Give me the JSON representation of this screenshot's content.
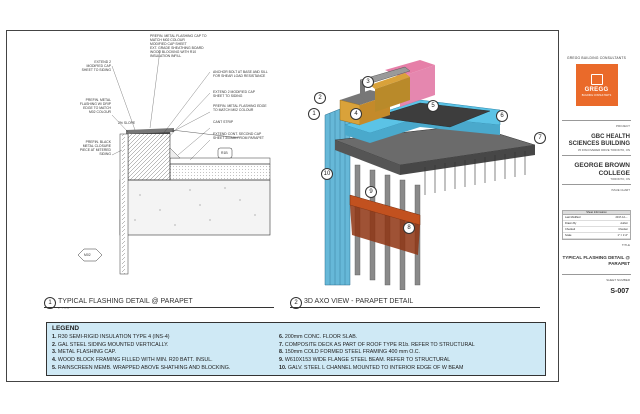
{
  "firm": {
    "header": "GREGG BUILDING CONSULTANTS",
    "logo_name": "GREGG",
    "logo_sub": "BUILDING CONSULTANTS"
  },
  "title_block": {
    "project_label": "PROJECT",
    "project_name": "GBC HEALTH SCIENCES BUILDING",
    "project_address": "35 DISCOVERER DRIVE TORONTO, ON",
    "client_name": "GEORGE BROWN COLLEGE",
    "client_city": "TORONTO, ON",
    "stamp_label": "ISSUE CHART",
    "sheet_info_header": "Sheet Information",
    "sheet_info_rows": [
      {
        "k": "Last Modified",
        "v": "2017-12-..."
      },
      {
        "k": "Drawn By",
        "v": "Author"
      },
      {
        "k": "Checked",
        "v": "Checker"
      },
      {
        "k": "Scale",
        "v": "1\" = 1'-0\""
      }
    ],
    "title_label": "TITLE",
    "sheet_title": "TYPICAL FLASHING DETAIL @ PARAPET",
    "sheet_number_label": "SHEET NUMBER",
    "sheet_number": "S-007"
  },
  "detail_notes": {
    "n1": "PREFIN. METAL FLASHING CAP TO\nMATCH M02 COLOUR\nMODIFIED CAP SHEET\nEXT. GRADE SHEATHING BOARD\nWOOD BLOCKING WITH R10\nINSULATION INFILL",
    "n2": "EXTEND 2\nMODIFIED CAP\nSHEET TO SIDING",
    "n3": "PREFIN. METAL\nFLASHING W/ DRIP\nEDGE TO MATCH\nM02 COLOUR",
    "n4": "PREFIN. BLACK\nMETAL CLOSURE\nPIECE AT MITERED\nSIDING",
    "n5": "ANCHOR BOLT AT BASE AND SILL\nFOR SHEAR LOAD RESISTANCE",
    "n6": "EXTEND 2 MODIFIED CAP\nSHEET TO SIDING",
    "n7": "PREFIN. METAL FLASHING EDGE\nTO MATCH M02 COLOUR",
    "n8": "CANT STRIP",
    "n9": "EXTEND CONT. SECOND CAP\nSHEET 300mm FROM PARAPET",
    "slope": "2% SLOPE",
    "tag_r1b": "R1b",
    "tag_m02": "M02"
  },
  "captions": {
    "c1_num": "1",
    "c1_title": "TYPICAL FLASHING DETAIL @ PARAPET",
    "c1_scale": "1\" = 1'-0\"",
    "c2_num": "2",
    "c2_title": "3D AXO VIEW - PARAPET DETAIL"
  },
  "axo_tags": [
    "1",
    "2",
    "3",
    "4",
    "5",
    "6",
    "7",
    "8",
    "9",
    "10"
  ],
  "legend": {
    "header": "LEGEND",
    "left": [
      {
        "n": "1.",
        "t": "R30 SEMI-RIGID INSULATION TYPE 4 (INS-4)"
      },
      {
        "n": "2.",
        "t": "GAL STEEL SIDING MOUNTED VERTICALLY."
      },
      {
        "n": "3.",
        "t": "METAL FLASHING CAP."
      },
      {
        "n": "4.",
        "t": "WOOD BLOCK FRAMING FILLED WITH MIN. R20 BATT. INSUL."
      },
      {
        "n": "5.",
        "t": "RAINSCREEN MEMB. WRAPPED ABOVE SHATHING AND BLOCKING."
      }
    ],
    "right": [
      {
        "n": "6.",
        "t": "200mm CONC. FLOOR SLAB."
      },
      {
        "n": "7.",
        "t": "COMPOSITE DECK AS PART OF ROOF TYPE R1b. REFER TO STRUCTURAL"
      },
      {
        "n": "8.",
        "t": "150mm COLD FORMED STEEL FRAMING 400 mm O.C."
      },
      {
        "n": "9.",
        "t": "W610X153 WIDE FLANGE STEEL BEAM. REFER TO STRUCTURAL"
      },
      {
        "n": "10.",
        "t": "GALV. STEEL L CHANNEL MOUNTED TO INTERIOR EDGE OF W BEAM"
      }
    ]
  },
  "colors": {
    "accent": "#ea6a2a",
    "legend_bg": "#cfe9f5",
    "insulation": "#5bc3e6",
    "siding": "#66b8d8",
    "wood": "#d9a23a",
    "membrane": "#e67fa8"
  }
}
